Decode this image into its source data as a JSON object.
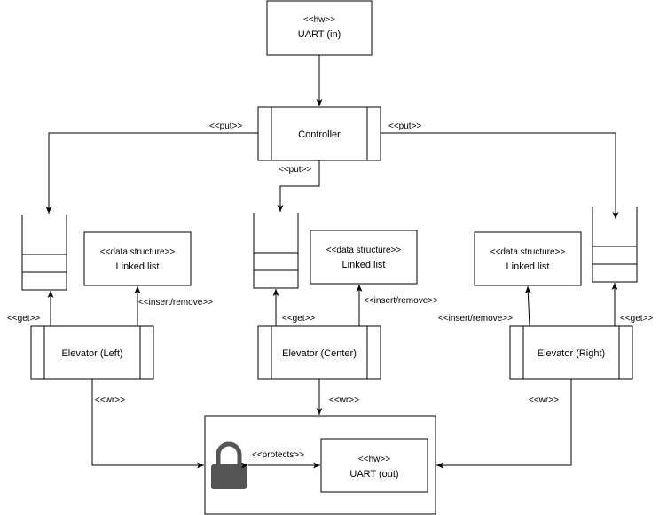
{
  "uart_in": {
    "stereotype": "<<hw>>",
    "name": "UART (in)"
  },
  "controller": {
    "name": "Controller"
  },
  "edges": {
    "put_left": "<<put>>",
    "put_right": "<<put>>",
    "put_center": "<<put>>",
    "get_left": "<<get>>",
    "insert_left": "<<insert/remove>>",
    "get_center": "<<get>>",
    "insert_center": "<<insert/remove>>",
    "insert_right": "<<insert/remove>>",
    "get_right": "<<get>>",
    "wr_left": "<<wr>>",
    "wr_center": "<<wr>>",
    "wr_right": "<<wr>>",
    "protects": "<<protects>>"
  },
  "linked_list_left": {
    "stereotype": "<<data structure>>",
    "name": "Linked list"
  },
  "linked_list_center": {
    "stereotype": "<<data structure>>",
    "name": "Linked list"
  },
  "linked_list_right": {
    "stereotype": "<<data structure>>",
    "name": "Linked list"
  },
  "elevator_left": {
    "name": "Elevator (Left)"
  },
  "elevator_center": {
    "name": "Elevator (Center)"
  },
  "elevator_right": {
    "name": "Elevator (Right)"
  },
  "uart_out": {
    "stereotype": "<<hw>>",
    "name": "UART (out)"
  },
  "lock": {
    "icon": "lock-icon",
    "color": "#555555"
  }
}
